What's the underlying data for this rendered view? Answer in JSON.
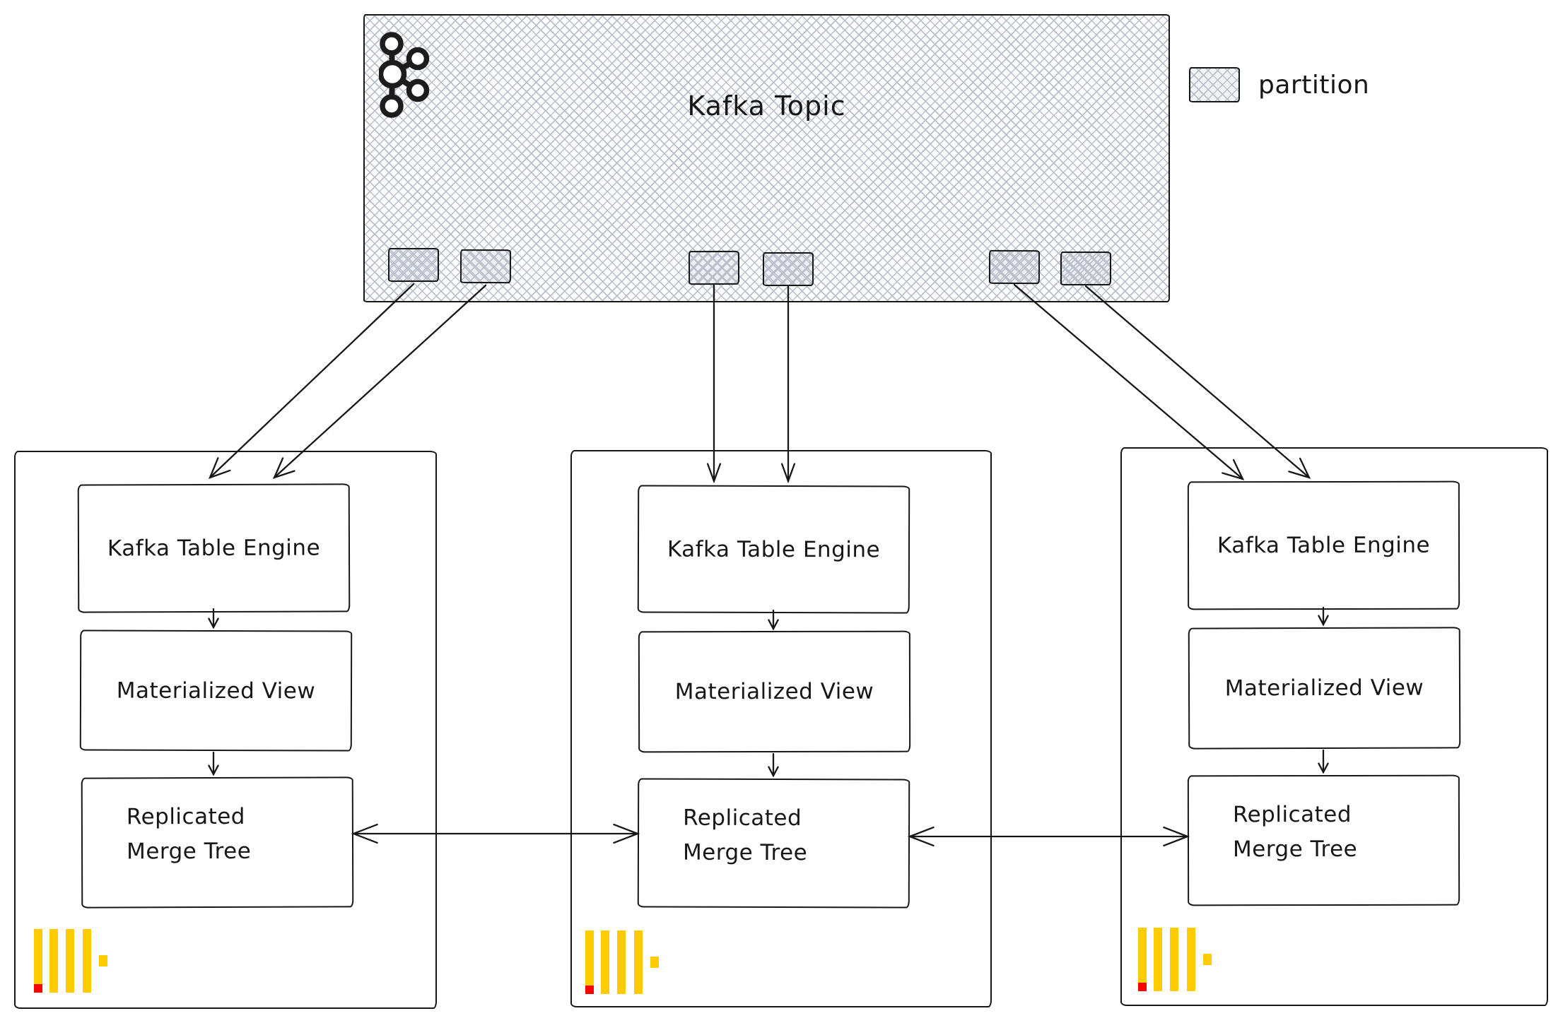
{
  "kafka_topic": {
    "label": "Kafka Topic",
    "icon": "kafka-icon",
    "partition_count": 6
  },
  "legend": {
    "label": "partition"
  },
  "nodes": [
    {
      "name": "clickhouse-replica-1",
      "icon": "clickhouse-icon",
      "components": {
        "engine": "Kafka Table Engine",
        "view": "Materialized View",
        "tree_line1": "Replicated",
        "tree_line2": "Merge Tree"
      }
    },
    {
      "name": "clickhouse-replica-2",
      "icon": "clickhouse-icon",
      "components": {
        "engine": "Kafka Table Engine",
        "view": "Materialized View",
        "tree_line1": "Replicated",
        "tree_line2": "Merge Tree"
      }
    },
    {
      "name": "clickhouse-replica-3",
      "icon": "clickhouse-icon",
      "components": {
        "engine": "Kafka Table Engine",
        "view": "Materialized View",
        "tree_line1": "Replicated",
        "tree_line2": "Merge Tree"
      }
    }
  ],
  "colors": {
    "ink": "#171717",
    "hatch": "#b9c0cc",
    "clickhouse_yellow": "#FFCC00",
    "clickhouse_red": "#FF0000"
  }
}
